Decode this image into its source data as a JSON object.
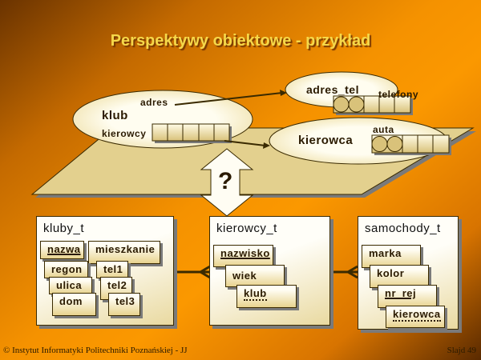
{
  "slide": {
    "title": "Perspektywy obiektowe - przykład",
    "footer_left": "© Instytut Informatyki Politechniki Poznańskiej - JJ",
    "footer_right": "Slajd 49"
  },
  "object_view": {
    "klub": {
      "name": "klub",
      "attr_adres": "adres",
      "attr_kierowcy": "kierowcy"
    },
    "adres_tel": {
      "name": "adres_tel",
      "attr_telefony": "telefony"
    },
    "kierowca": {
      "name": "kierowca",
      "attr_auta": "auta"
    },
    "question": "?"
  },
  "types": {
    "kluby_t": {
      "title": "kluby_t",
      "fields": [
        "nazwa",
        "mieszkanie",
        "regon",
        "tel1",
        "ulica",
        "tel2",
        "dom",
        "tel3"
      ]
    },
    "kierowcy_t": {
      "title": "kierowcy_t",
      "fields": [
        "nazwisko",
        "wiek",
        "klub"
      ]
    },
    "samochody_t": {
      "title": "samochody_t",
      "fields": [
        "marka",
        "kolor",
        "nr_rej",
        "kierowca"
      ]
    }
  },
  "colors": {
    "title": "#f5d84a",
    "plane": "#e3d08e",
    "ellipse": "#fffbe8"
  }
}
